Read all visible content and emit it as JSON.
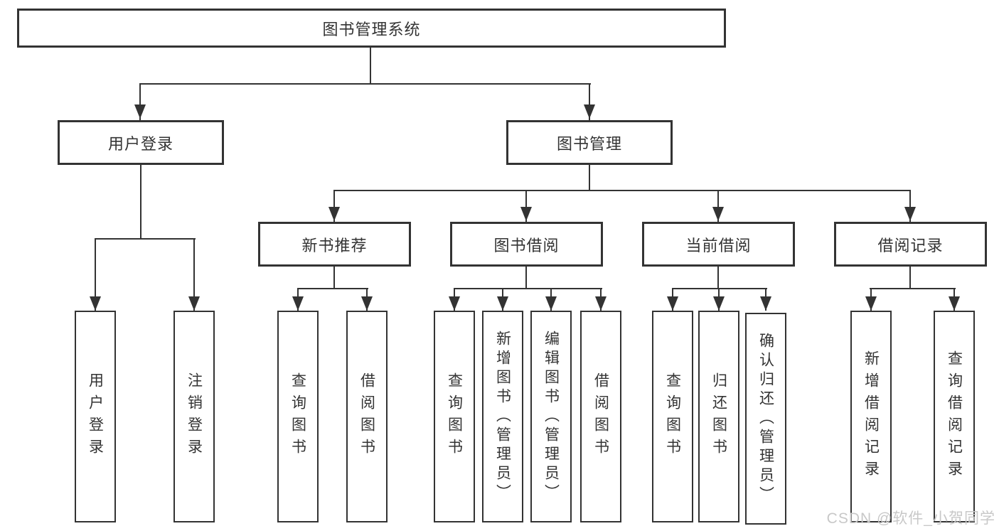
{
  "tree": {
    "label": "图书管理系统",
    "children": [
      {
        "label": "用户登录",
        "children": [
          {
            "label": "用户登录"
          },
          {
            "label": "注销登录"
          }
        ]
      },
      {
        "label": "图书管理",
        "children": [
          {
            "label": "新书推荐",
            "children": [
              {
                "label": "查询图书"
              },
              {
                "label": "借阅图书"
              }
            ]
          },
          {
            "label": "图书借阅",
            "children": [
              {
                "label": "查询图书"
              },
              {
                "label": "新增图书（管理员）"
              },
              {
                "label": "编辑图书（管理员）"
              },
              {
                "label": "借阅图书"
              }
            ]
          },
          {
            "label": "当前借阅",
            "children": [
              {
                "label": "查询图书"
              },
              {
                "label": "归还图书"
              },
              {
                "label": "确认归还（管理员）"
              }
            ]
          },
          {
            "label": "借阅记录",
            "children": [
              {
                "label": "新增借阅记录"
              },
              {
                "label": "查询借阅记录"
              }
            ]
          }
        ]
      }
    ]
  },
  "watermark": {
    "text": "CSDN @软件_小贺同学"
  },
  "colors": {
    "line": "#333333",
    "box_border": "#333333",
    "box_background": "#ffffff",
    "text": "#333333",
    "watermark": "#c8c8c8",
    "page_background": "#ffffff"
  }
}
